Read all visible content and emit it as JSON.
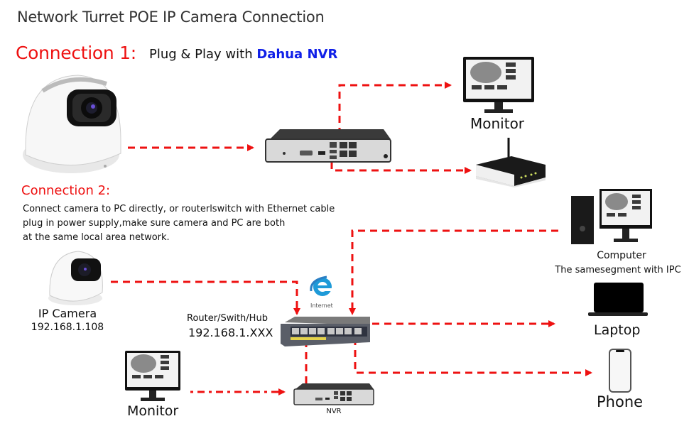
{
  "header": {
    "title": "Network Turret POE IP Camera Connection"
  },
  "connection1": {
    "heading": "Connection 1:",
    "subtitle_prefix": "Plug & Play with ",
    "subtitle_brand": "Dahua NVR",
    "devices": {
      "monitor_label": "Monitor"
    }
  },
  "connection2": {
    "heading": "Connection 2:",
    "description": [
      "Connect camera to PC directly, or routerlswitch with Ethernet cable",
      "plug in power supply,make sure camera and PC are both",
      "at the same local area network."
    ],
    "devices": {
      "camera_label": "IP Camera",
      "camera_ip": "192.168.1.108",
      "switch_label": "Router/Swith/Hub",
      "switch_ip": "192.168.1.XXX",
      "internet_label": "Internet",
      "computer_label": "Computer",
      "computer_note": "The samesegment with IPC",
      "laptop_label": "Laptop",
      "phone_label": "Phone",
      "monitor_label": "Monitor",
      "nvr_label": "NVR"
    }
  },
  "colors": {
    "accent_red": "#ee1111",
    "brand_blue": "#1020e8",
    "link_red": "#ee1111"
  }
}
